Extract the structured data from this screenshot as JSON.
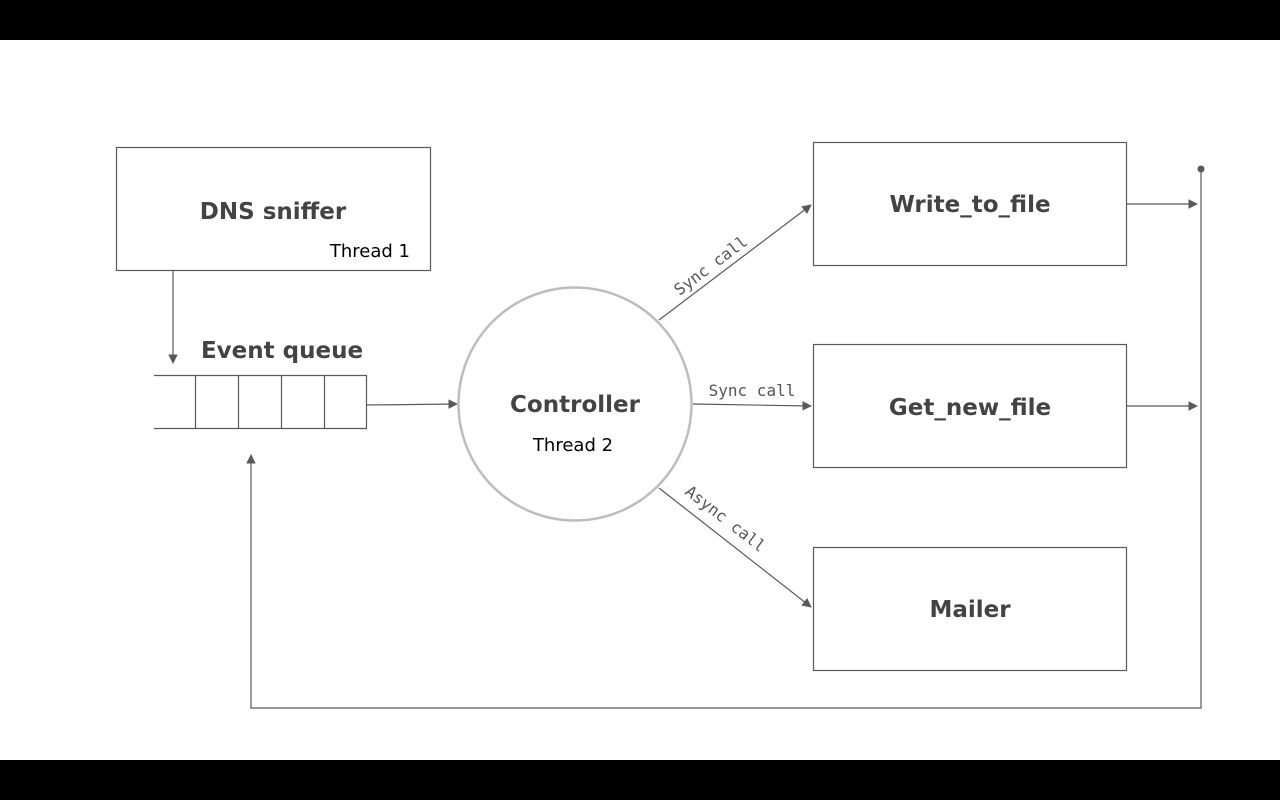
{
  "diagram": {
    "nodes": {
      "dns_sniffer": {
        "title": "DNS sniffer",
        "sub": "Thread 1"
      },
      "event_queue": {
        "title": "Event queue"
      },
      "controller": {
        "title": "Controller",
        "sub": "Thread 2"
      },
      "write_to_file": {
        "title": "Write_to_file"
      },
      "get_new_file": {
        "title": "Get_new_file"
      },
      "mailer": {
        "title": "Mailer"
      }
    },
    "edges": {
      "to_write": "Sync call",
      "to_get": "Sync call",
      "to_mailer": "Async call"
    },
    "colors": {
      "stroke": "#595959",
      "circle_stroke": "#bdbdbd",
      "text": "#434343"
    }
  }
}
